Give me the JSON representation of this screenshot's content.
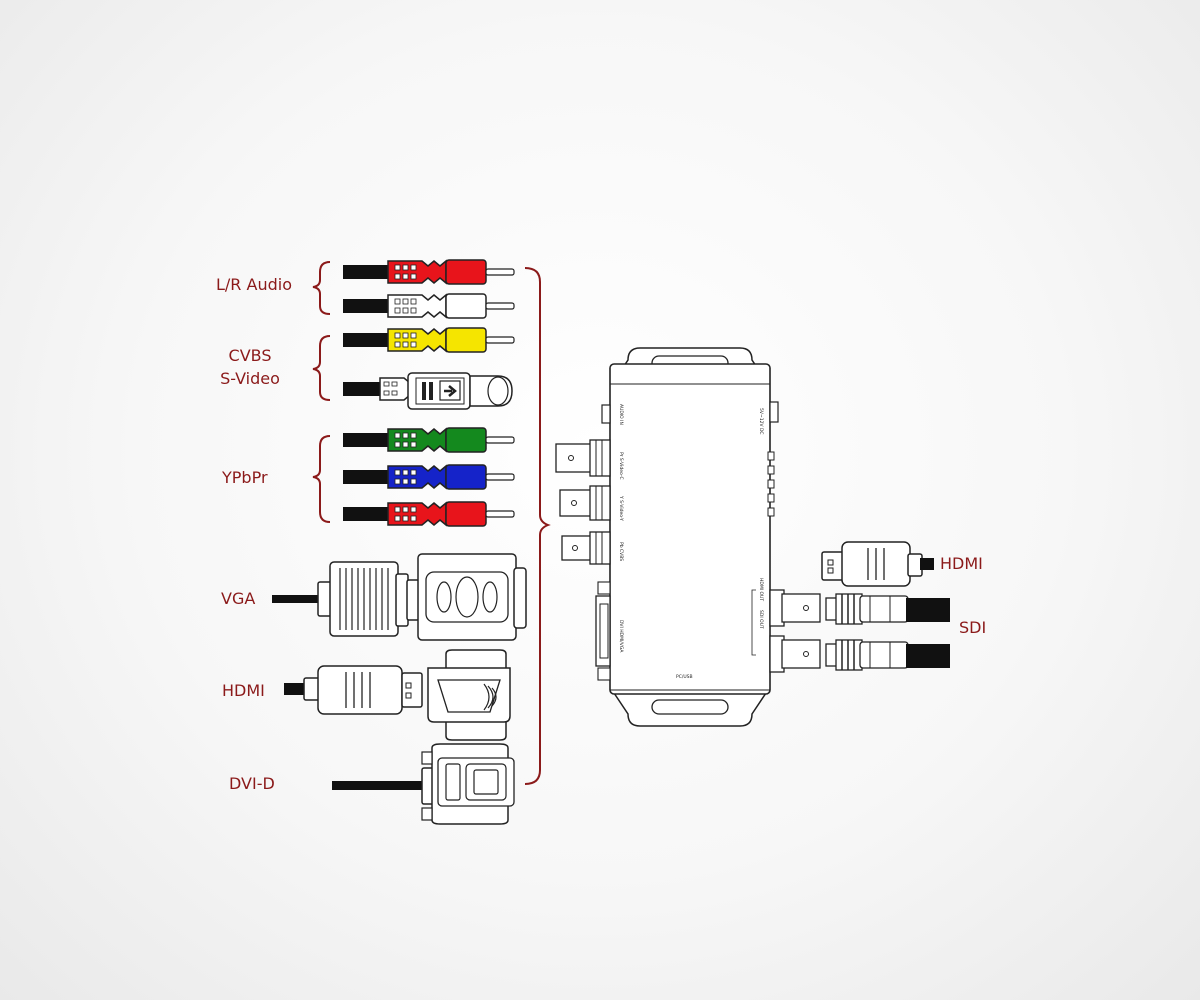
{
  "labels": {
    "lr_audio": "L/R Audio",
    "cvbs": "CVBS",
    "svideo": "S-Video",
    "ypbpr": "YPbPr",
    "vga": "VGA",
    "hdmi_in": "HDMI",
    "dvid": "DVI-D",
    "hdmi_out": "HDMI",
    "sdi": "SDI"
  },
  "device_labels": {
    "audio_in": "AUDIO IN",
    "pr_svideo_c": "Pr S-Video-C",
    "y_svideo_y": "Y S-Video-Y",
    "pb_cvbs": "Pb CVBS",
    "dvi_hdmi_vga": "DVI HDMI/VGA",
    "pc_usb": "PC/USB",
    "hdmi_out": "HDMI OUT",
    "sdi_out": "SDI OUT",
    "power": "5V~12V DC"
  },
  "colors": {
    "accent": "#8b1a1a",
    "rca_red": "#e8141b",
    "rca_white": "#ffffff",
    "rca_yellow": "#f5e500",
    "rca_green": "#14891e",
    "rca_blue": "#1523c9",
    "cable": "#111111"
  }
}
